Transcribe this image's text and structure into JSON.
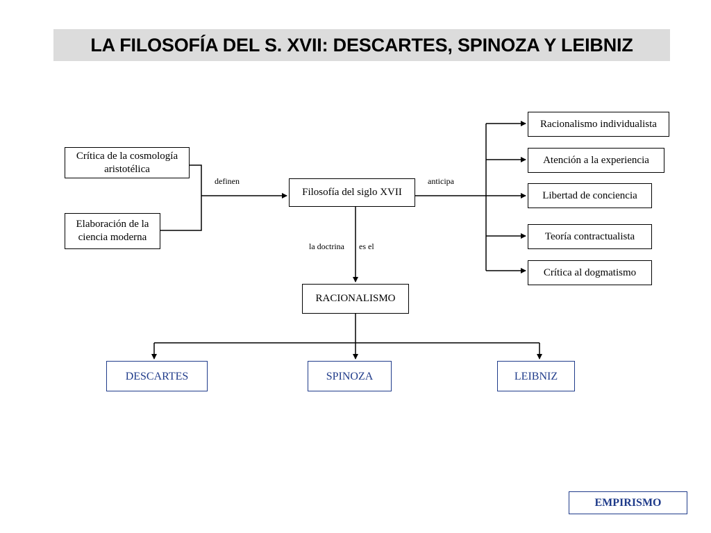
{
  "title": "LA FILOSOFÍA DEL S. XVII: DESCARTES, SPINOZA Y LEIBNIZ",
  "nodes": {
    "critica_cosmologia": "Crítica de la cosmología aristotélica",
    "elaboracion_ciencia": "Elaboración de la ciencia moderna",
    "filosofia_siglo": "Filosofía del siglo XVII",
    "racionalismo": "RACIONALISMO",
    "descartes": "DESCARTES",
    "spinoza": "SPINOZA",
    "leibniz": "LEIBNIZ",
    "empirismo": "EMPIRISMO",
    "features": [
      "Racionalismo individualista",
      "Atención a la experiencia",
      "Libertad de conciencia",
      "Teoría contractualista",
      "Crítica al dogmatismo"
    ]
  },
  "labels": {
    "definen": "definen",
    "anticipa": "anticipa",
    "la_doctrina": "la doctrina",
    "es_el": "es el"
  },
  "colors": {
    "accent": "#1f3b8a",
    "title_bg": "#dcdcdc"
  }
}
